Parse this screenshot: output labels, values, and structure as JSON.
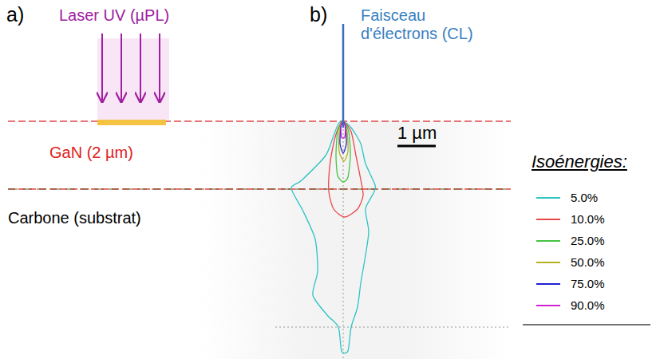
{
  "diagram": {
    "labels": [
      "a)",
      "Laser UV (µPL)",
      "b)",
      "Faisceau d'électrons (CL)",
      "GaN (2 µm)",
      "Carbone (substrat)",
      "1 µm",
      "Isoénergies:"
    ],
    "legend": [
      {
        "text": "5.0%",
        "color": "#2ec4c4"
      },
      {
        "text": "10.0%",
        "color": "#e8484a"
      },
      {
        "text": "25.0%",
        "color": "#44c444"
      },
      {
        "text": "50.0%",
        "color": "#b8b020"
      },
      {
        "text": "75.0%",
        "color": "#2020d0"
      },
      {
        "text": "90.0%",
        "color": "#d020d0"
      }
    ]
  }
}
